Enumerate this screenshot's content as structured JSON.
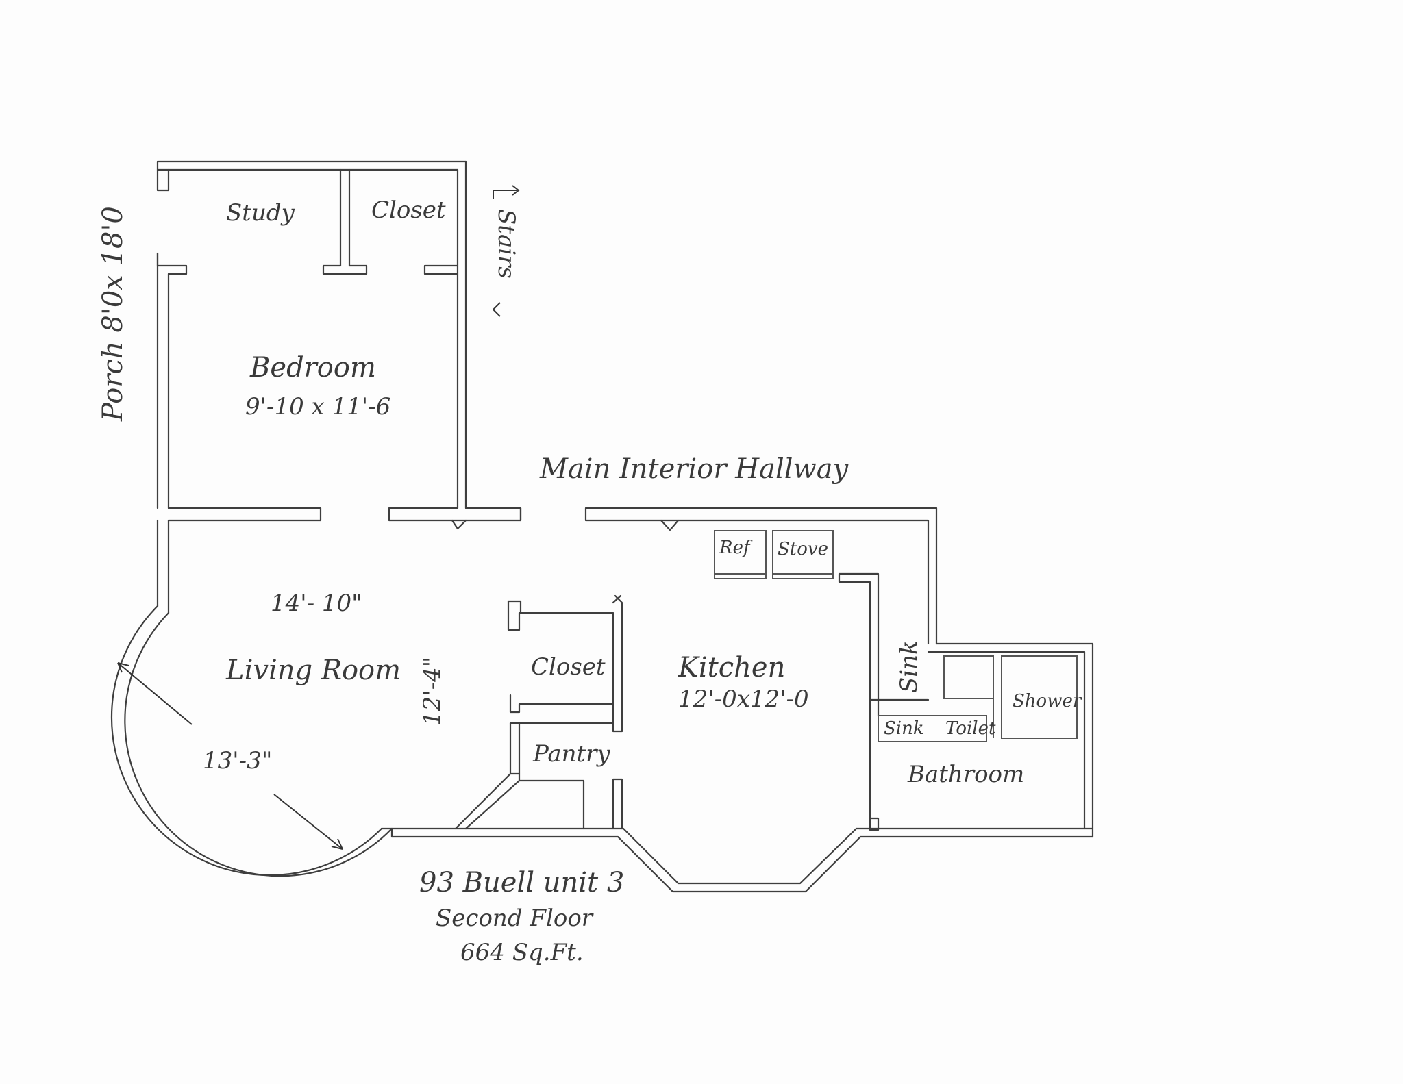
{
  "labels": {
    "porch": "Porch 8'0x 18'0",
    "study": "Study",
    "closet_top": "Closet",
    "stairs": "Stairs",
    "bedroom": "Bedroom",
    "bedroom_dims": "9'-10 x 11'-6",
    "hallway": "Main Interior Hallway",
    "ref": "Ref",
    "stove": "Stove",
    "living_width": "14'- 10\"",
    "living_room": "Living Room",
    "living_depth": "12'-4\"",
    "closet_mid": "Closet",
    "pantry": "Pantry",
    "kitchen": "Kitchen",
    "kitchen_dims": "12'-0x12'-0",
    "sink_kitchen": "Sink",
    "shower": "Shower",
    "sink_bath": "Sink",
    "toilet": "Toilet",
    "bathroom": "Bathroom",
    "radius": "13'-3\""
  },
  "address": {
    "line1": "93 Buell unit 3",
    "line2": "Second Floor",
    "line3": "664 Sq.Ft."
  }
}
